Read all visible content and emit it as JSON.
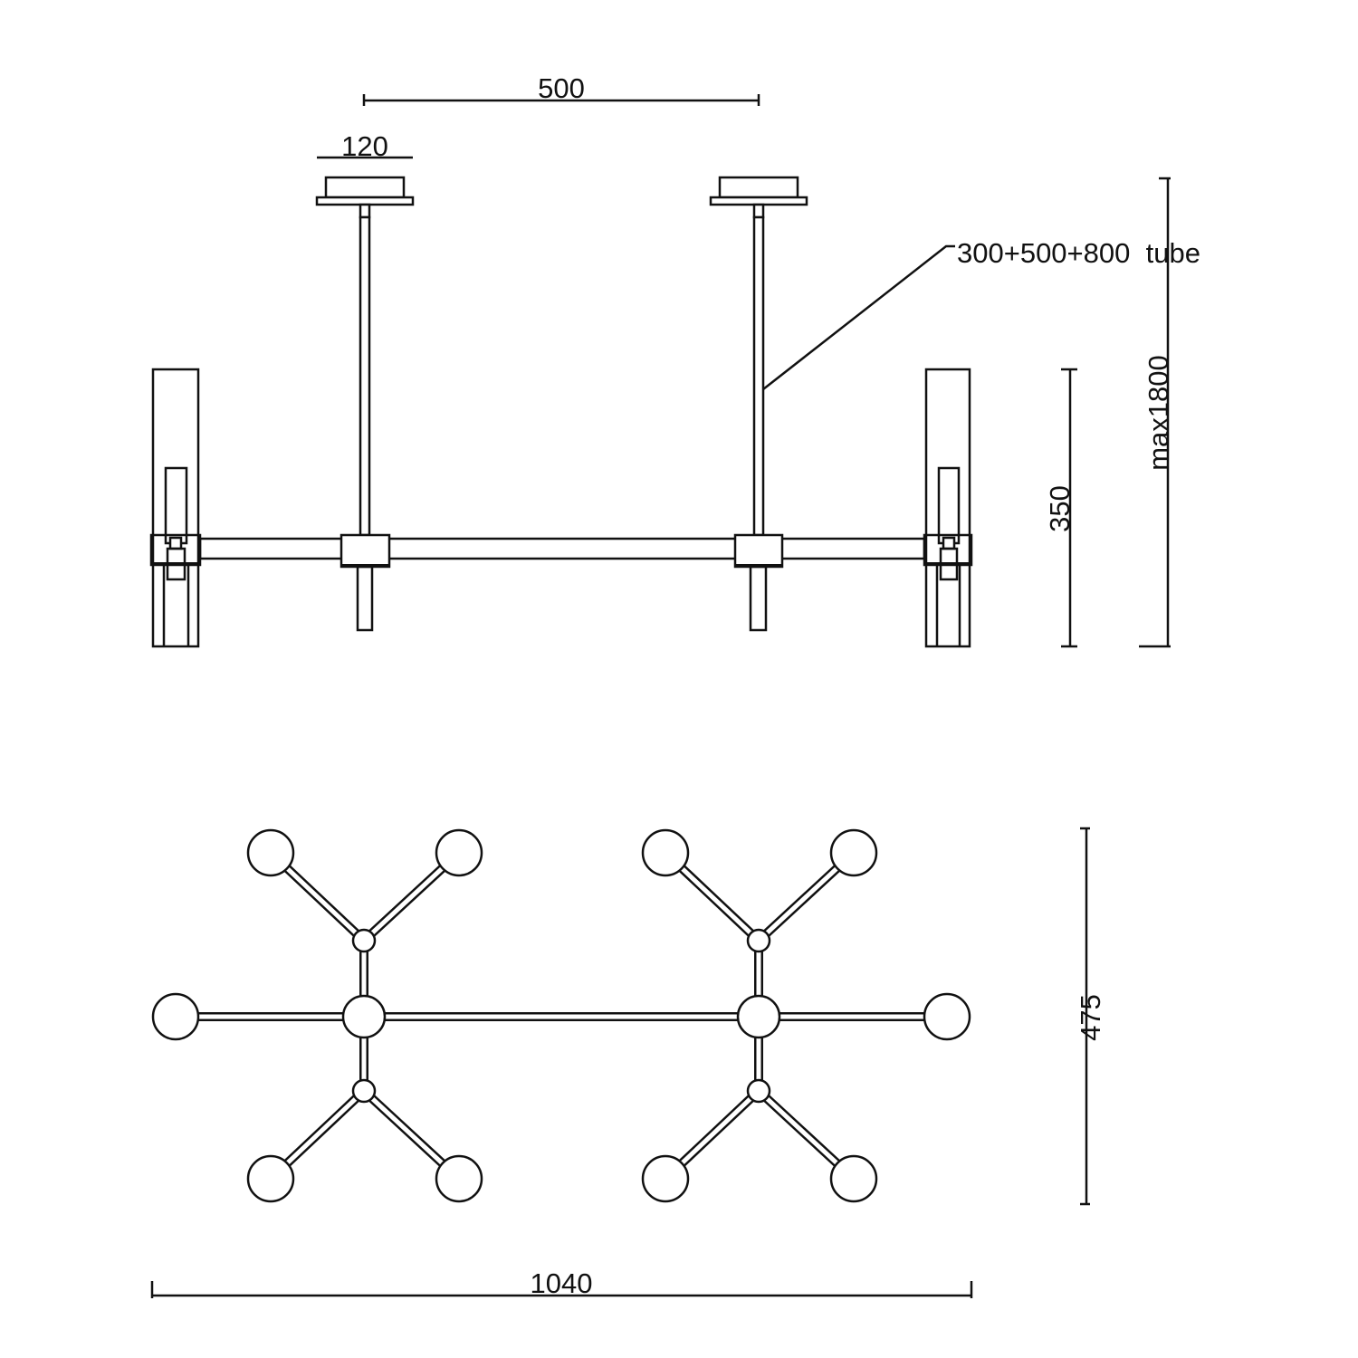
{
  "dimensions": {
    "spacing": "500",
    "canopy_width": "120",
    "tube": "300+500+800  tube",
    "shade_height": "350",
    "max_height": "max1800",
    "depth": "475",
    "total_width": "1040"
  },
  "colors": {
    "line": "#111111",
    "background": "#ffffff"
  }
}
